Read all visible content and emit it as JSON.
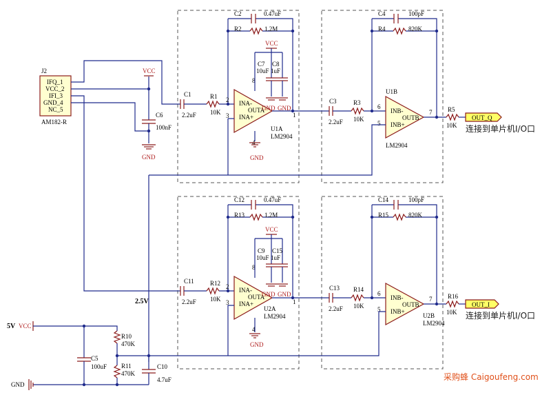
{
  "connector": {
    "ref": "J2",
    "part": "AM182-R",
    "pins": [
      "IFQ_1",
      "VCC_2",
      "IFI_3",
      "GND_4",
      "NC_5"
    ]
  },
  "power": {
    "vcc": "VCC",
    "gnd": "GND",
    "five_v": "5V",
    "five_v_net": "VCC",
    "gnd_left": "GND",
    "mid_net": "2.5V"
  },
  "caps": {
    "c1": {
      "ref": "C1",
      "val": "2.2uF"
    },
    "c2": {
      "ref": "C2",
      "val": "0.47uF"
    },
    "c3": {
      "ref": "C3",
      "val": "2.2uF"
    },
    "c4": {
      "ref": "C4",
      "val": "100pF"
    },
    "c5": {
      "ref": "C5",
      "val": "100uF"
    },
    "c6": {
      "ref": "C6",
      "val": "100nF"
    },
    "c7": {
      "ref": "C7",
      "val": "10uF"
    },
    "c8": {
      "ref": "C8",
      "val": "1uF"
    },
    "c9": {
      "ref": "C9",
      "val": "10uF"
    },
    "c10": {
      "ref": "C10",
      "val": "4.7uF"
    },
    "c11": {
      "ref": "C11",
      "val": "2.2uF"
    },
    "c12": {
      "ref": "C12",
      "val": "0.47uF"
    },
    "c13": {
      "ref": "C13",
      "val": "2.2uF"
    },
    "c14": {
      "ref": "C14",
      "val": "100pF"
    },
    "c15": {
      "ref": "C15",
      "val": "1uF"
    }
  },
  "res": {
    "r1": {
      "ref": "R1",
      "val": "10K"
    },
    "r2": {
      "ref": "R2",
      "val": "1.2M"
    },
    "r3": {
      "ref": "R3",
      "val": "10K"
    },
    "r4": {
      "ref": "R4",
      "val": "820K"
    },
    "r5": {
      "ref": "R5",
      "val": "10K"
    },
    "r10": {
      "ref": "R10",
      "val": "470K"
    },
    "r11": {
      "ref": "R11",
      "val": "470K"
    },
    "r12": {
      "ref": "R12",
      "val": "10K"
    },
    "r13": {
      "ref": "R13",
      "val": "1.2M"
    },
    "r14": {
      "ref": "R14",
      "val": "10K"
    },
    "r15": {
      "ref": "R15",
      "val": "820K"
    },
    "r16": {
      "ref": "R16",
      "val": "10K"
    }
  },
  "opamps": {
    "u1a": {
      "ref": "U1A",
      "part": "LM2904",
      "in_neg": "INA-",
      "in_pos": "INA+",
      "out": "OUTA",
      "p2": "2",
      "p3": "3",
      "p1": "1",
      "p8": "8",
      "p4": "4"
    },
    "u1b": {
      "ref": "U1B",
      "part": "LM2904",
      "in_neg": "INB-",
      "in_pos": "INB+",
      "out": "OUTB",
      "p6": "6",
      "p5": "5",
      "p7": "7"
    },
    "u2a": {
      "ref": "U2A",
      "part": "LM2904",
      "in_neg": "INA-",
      "in_pos": "INA+",
      "out": "OUTA",
      "p2": "2",
      "p3": "3",
      "p1": "1",
      "p8": "8",
      "p4": "4"
    },
    "u2b": {
      "ref": "U2B",
      "part": "LM2904",
      "in_neg": "INB-",
      "in_pos": "INB+",
      "out": "OUTB",
      "p6": "6",
      "p5": "5",
      "p7": "7"
    }
  },
  "outputs": {
    "q": {
      "net": "OUT_Q",
      "note": "连接到单片机I/O口"
    },
    "i": {
      "net": "OUT_I",
      "note": "连接到单片机I/O口"
    }
  },
  "watermark": "采购蜂 Caigoufeng.com"
}
